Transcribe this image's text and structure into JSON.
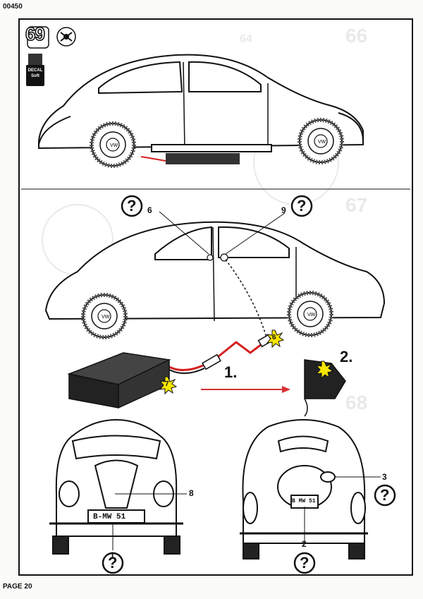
{
  "document": {
    "kit_code": "00450",
    "page_label": "PAGE 20",
    "step_number": "69"
  },
  "decal_bottle": {
    "label_line1": "DECAL",
    "label_line2": "Soft"
  },
  "callouts": {
    "part_6": "6",
    "part_9": "9",
    "part_8": "8",
    "part_1": "1",
    "part_2": "2",
    "part_3": "3",
    "badge_7": "7",
    "badge_6": "6",
    "sub_step_1": "1.",
    "sub_step_2": "2.",
    "help_symbol": "?"
  },
  "plates": {
    "front": "B-MW 51",
    "rear": "B MW 51"
  },
  "colors": {
    "wire_red": "#d62020",
    "badge_yellow": "#f7e600",
    "arrow_red": "#d63030"
  }
}
